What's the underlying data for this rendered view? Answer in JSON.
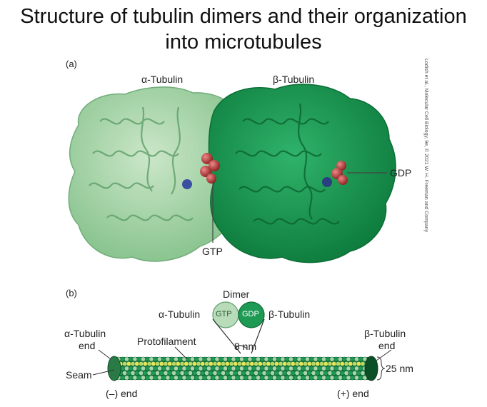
{
  "title_line1": "Structure of tubulin dimers and their organization",
  "title_line2": "into microtubules",
  "panel_a": {
    "label": "(a)",
    "alpha_label": "α-Tubulin",
    "beta_label": "β-Tubulin",
    "gtp_label": "GTP",
    "gdp_label": "GDP",
    "credit": "Lodish et al., Molecular Cell Biology, 9e, © 2021 W. H. Freeman and Company"
  },
  "panel_b": {
    "label": "(b)",
    "dimer_label": "Dimer",
    "alpha_label": "α-Tubulin",
    "beta_label": "β-Tubulin",
    "gtp_label": "GTP",
    "gdp_label": "GDP",
    "alpha_end_line1": "α-Tubulin",
    "alpha_end_line2": "end",
    "beta_end_line1": "β-Tubulin",
    "beta_end_line2": "end",
    "protofilament_label": "Protofilament",
    "spacing_label": "8 nm",
    "diameter_label": "25 nm",
    "seam_label": "Seam",
    "minus_end_label": "(–) end",
    "plus_end_label": "(+) end"
  },
  "colors": {
    "alpha_subunit": "#a9d4ad",
    "beta_subunit": "#1f9a55",
    "nucleotide": "#c0392b",
    "seam_highlight": "#e6e65a"
  }
}
